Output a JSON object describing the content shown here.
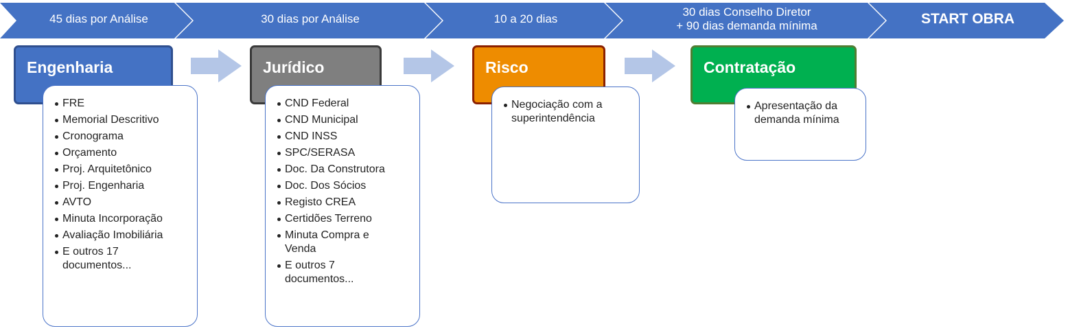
{
  "timeline": [
    {
      "label": "45 dias por Análise"
    },
    {
      "label": "30 dias por Análise"
    },
    {
      "label": "10 a 20 dias"
    },
    {
      "label": "30 dias Conselho Diretor\n+ 90 dias demanda mínima"
    },
    {
      "label": "START OBRA"
    }
  ],
  "stages": [
    {
      "title": "Engenharia",
      "color": "#4472c4",
      "items": [
        "FRE",
        "Memorial Descritivo",
        "Cronograma",
        "Orçamento",
        "Proj. Arquitetônico",
        "Proj. Engenharia",
        "AVTO",
        "Minuta Incorporação",
        "Avaliação Imobiliária",
        "E outros 17 documentos..."
      ]
    },
    {
      "title": "Jurídico",
      "color": "#7f7f7f",
      "items": [
        "CND Federal",
        "CND Municipal",
        "CND INSS",
        "SPC/SERASA",
        "Doc. Da Construtora",
        "Doc. Dos Sócios",
        "Registo CREA",
        "Certidões Terreno",
        "Minuta Compra e Venda",
        "E outros 7 documentos..."
      ]
    },
    {
      "title": "Risco",
      "color": "#ee8c00",
      "items": [
        "Negociação com a superintendência"
      ]
    },
    {
      "title": "Contratação",
      "color": "#00b050",
      "items": [
        "Apresentação da demanda mínima"
      ]
    }
  ],
  "colors": {
    "timeline": "#4472c4",
    "flow_arrow": "#b4c6e7",
    "engenharia_border": "#2f4f8f",
    "juridico_border": "#3a3a3a",
    "risco_border": "#8b2000",
    "contratacao_border": "#507e32"
  }
}
